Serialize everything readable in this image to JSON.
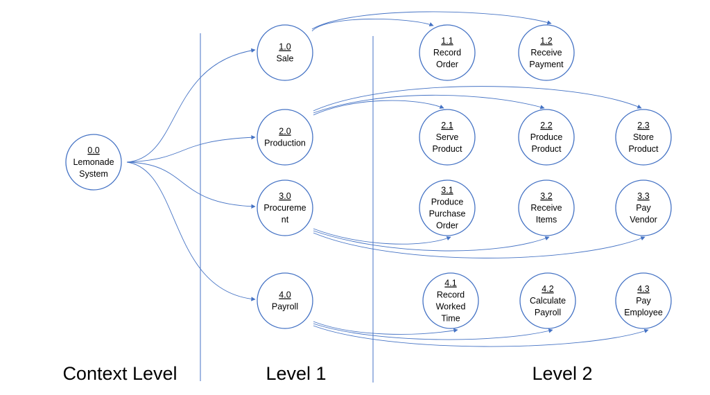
{
  "colors": {
    "accent": "#4472C4",
    "text": "#000000",
    "background": "#ffffff"
  },
  "levels": [
    "Context Level",
    "Level 1",
    "Level 2"
  ],
  "nodes": [
    {
      "id": "n0",
      "num": "0.0",
      "lines": [
        "Lemonade",
        "System"
      ]
    },
    {
      "id": "n10",
      "num": "1.0",
      "lines": [
        "Sale"
      ]
    },
    {
      "id": "n20",
      "num": "2.0",
      "lines": [
        "Production"
      ]
    },
    {
      "id": "n30",
      "num": "3.0",
      "lines": [
        "Procureme",
        "nt"
      ]
    },
    {
      "id": "n40",
      "num": "4.0",
      "lines": [
        "Payroll"
      ]
    },
    {
      "id": "n11",
      "num": "1.1",
      "lines": [
        "Record",
        "Order"
      ]
    },
    {
      "id": "n12",
      "num": "1.2",
      "lines": [
        "Receive",
        "Payment"
      ]
    },
    {
      "id": "n21",
      "num": "2.1",
      "lines": [
        "Serve",
        "Product"
      ]
    },
    {
      "id": "n22",
      "num": "2.2",
      "lines": [
        "Produce",
        "Product"
      ]
    },
    {
      "id": "n23",
      "num": "2.3",
      "lines": [
        "Store",
        "Product"
      ]
    },
    {
      "id": "n31",
      "num": "3.1",
      "lines": [
        "Produce",
        "Purchase",
        "Order"
      ]
    },
    {
      "id": "n32",
      "num": "3.2",
      "lines": [
        "Receive",
        "Items"
      ]
    },
    {
      "id": "n33",
      "num": "3.3",
      "lines": [
        "Pay",
        "Vendor"
      ]
    },
    {
      "id": "n41",
      "num": "4.1",
      "lines": [
        "Record",
        "Worked",
        "Time"
      ]
    },
    {
      "id": "n42",
      "num": "4.2",
      "lines": [
        "Calculate",
        "Payroll"
      ]
    },
    {
      "id": "n43",
      "num": "4.3",
      "lines": [
        "Pay",
        "Employee"
      ]
    }
  ],
  "edges": [
    {
      "from": "n0",
      "to": "n10"
    },
    {
      "from": "n0",
      "to": "n20"
    },
    {
      "from": "n0",
      "to": "n30"
    },
    {
      "from": "n0",
      "to": "n40"
    },
    {
      "from": "n10",
      "to": "n11"
    },
    {
      "from": "n10",
      "to": "n12"
    },
    {
      "from": "n20",
      "to": "n21"
    },
    {
      "from": "n20",
      "to": "n22"
    },
    {
      "from": "n20",
      "to": "n23"
    },
    {
      "from": "n30",
      "to": "n31"
    },
    {
      "from": "n30",
      "to": "n32"
    },
    {
      "from": "n30",
      "to": "n33"
    },
    {
      "from": "n40",
      "to": "n41"
    },
    {
      "from": "n40",
      "to": "n42"
    },
    {
      "from": "n40",
      "to": "n43"
    }
  ]
}
